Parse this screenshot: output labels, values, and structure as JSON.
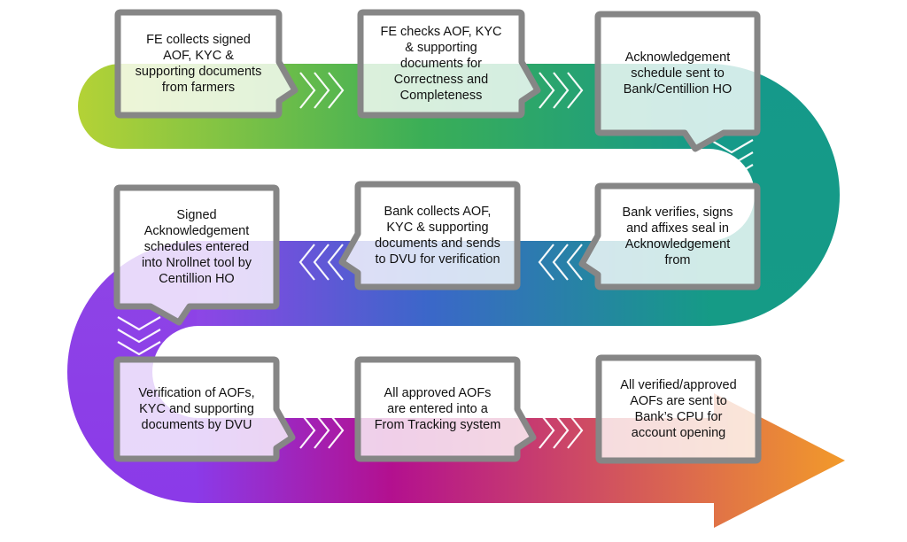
{
  "colors": {
    "row1_start": "#b4d236",
    "row1_mid": "#3aae57",
    "row1_end": "#15998a",
    "row2_start": "#8e45e6",
    "row2_mid": "#3b67c9",
    "row2_end": "#159b86",
    "row3_start": "#8b3ae8",
    "row3_mid": "#b3108f",
    "row3_end": "#f29a2a",
    "box_border": "#868686",
    "box_fill": "#ffffff",
    "text": "#111111"
  },
  "steps": [
    {
      "text": "FE collects signed\nAOF, KYC &\nsupporting documents\nfrom farmers",
      "pointer": "right"
    },
    {
      "text": "FE checks AOF, KYC\n& supporting\ndocuments for\nCorrectness and\nCompleteness",
      "pointer": "right"
    },
    {
      "text": "Acknowledgement\nschedule sent to\nBank/Centillion HO",
      "pointer": "down"
    },
    {
      "text": "Bank verifies, signs\nand affixes seal in\nAcknowledgement\nfrom",
      "pointer": "left"
    },
    {
      "text": "Bank collects AOF,\nKYC & supporting\ndocuments and sends\nto DVU for verification",
      "pointer": "left"
    },
    {
      "text": "Signed\nAcknowledgement\nschedules entered\ninto Nrollnet tool by\nCentillion HO",
      "pointer": "down"
    },
    {
      "text": "Verification of AOFs,\nKYC and supporting\ndocuments by DVU",
      "pointer": "right"
    },
    {
      "text": "All approved AOFs\nare entered into a\nFrom Tracking system",
      "pointer": "right"
    },
    {
      "text": "All verified/approved\nAOFs are sent to\nBank’s CPU for\naccount opening",
      "pointer": "none"
    }
  ]
}
